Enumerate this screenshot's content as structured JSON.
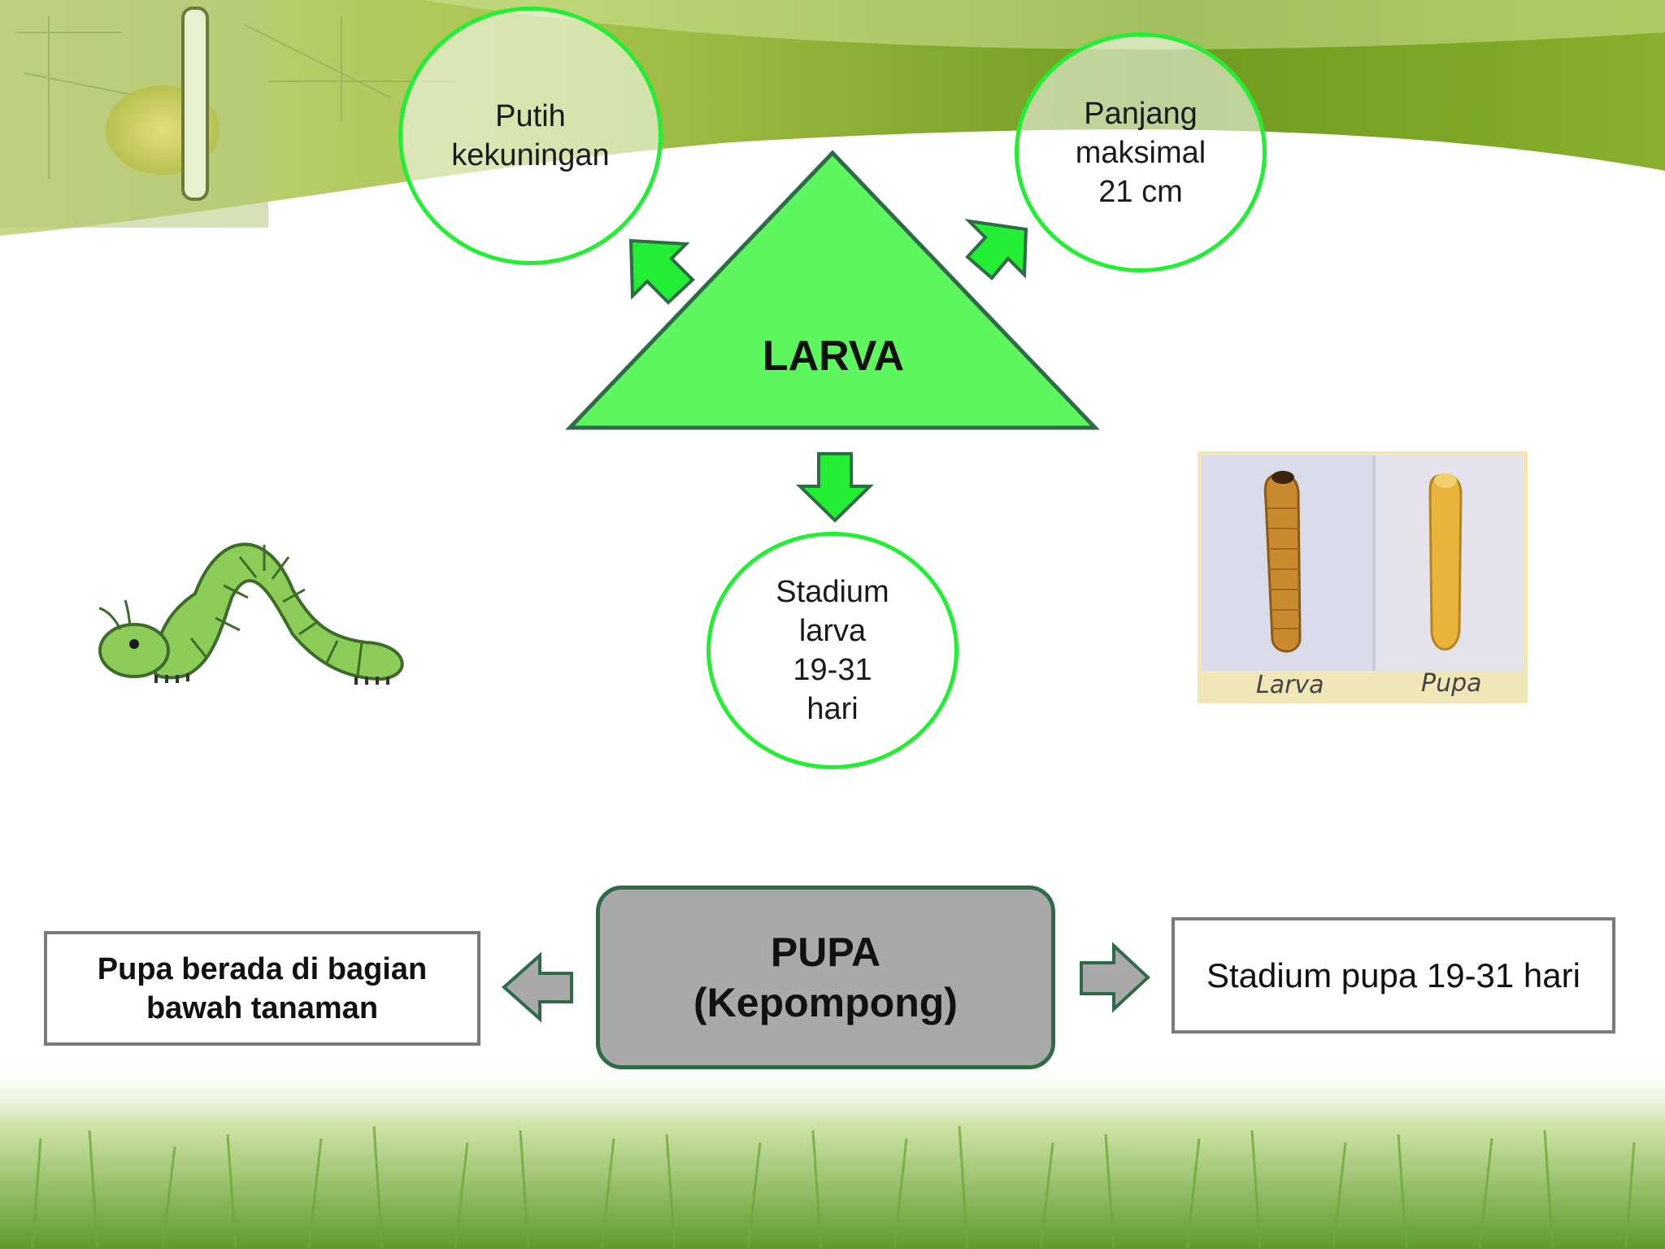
{
  "larva": {
    "title": "LARVA",
    "traits": {
      "color": "Putih\nkekuningan",
      "length": "Panjang\nmaksimal\n21 cm",
      "duration": "Stadium\nlarva\n19-31\nhari"
    }
  },
  "pupa": {
    "title": "PUPA\n(Kepompong)",
    "location": "Pupa berada di bagian\nbawah tanaman",
    "duration": "Stadium pupa 19-31 hari"
  },
  "photo": {
    "label_larva": "Larva",
    "label_pupa": "Pupa"
  },
  "colors": {
    "accent_green": "#5ef65e",
    "circle_border": "#22ee33",
    "pupa_fill": "#a9a9a9",
    "dark_green": "#2f6b47"
  }
}
